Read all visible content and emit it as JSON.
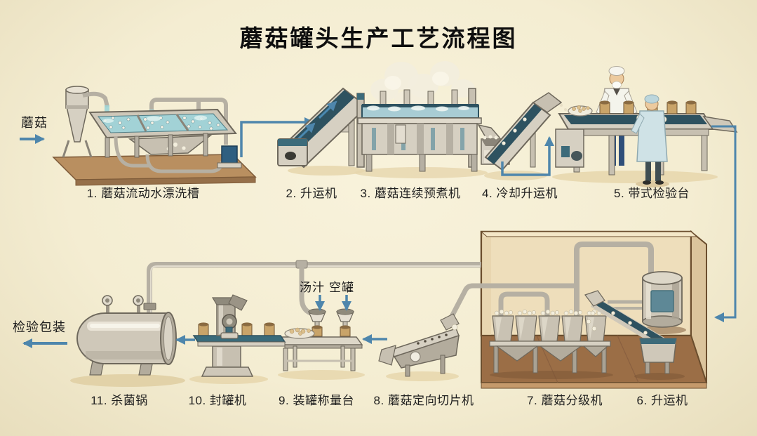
{
  "title": "蘑菇罐头生产工艺流程图",
  "flow": {
    "input_label": "蘑菇",
    "output_label": "检验包装",
    "soup_label": "汤汁",
    "empty_can_label": "空罐"
  },
  "stages": [
    {
      "id": 1,
      "label": "1. 蘑菇流动水漂洗槽"
    },
    {
      "id": 2,
      "label": "2. 升运机"
    },
    {
      "id": 3,
      "label": "3. 蘑菇连续预煮机"
    },
    {
      "id": 4,
      "label": "4. 冷却升运机"
    },
    {
      "id": 5,
      "label": "5. 带式检验台"
    },
    {
      "id": 6,
      "label": "6. 升运机"
    },
    {
      "id": 7,
      "label": "7. 蘑菇分级机"
    },
    {
      "id": 8,
      "label": "8. 蘑菇定向切片机"
    },
    {
      "id": 9,
      "label": "9. 装罐称量台"
    },
    {
      "id": 10,
      "label": "10. 封罐机"
    },
    {
      "id": 11,
      "label": "11. 杀菌锅"
    }
  ],
  "colors": {
    "background": "#f4edd2",
    "arrow_blue": "#4e86ac",
    "belt_teal": "#2e5260",
    "water_teal": "#a2d2d6",
    "machine_gray": "#d6d0c2",
    "wood_brown": "#b98f60",
    "room_wall": "#eedebb",
    "room_floor": "#9b6e46",
    "title_color": "#0e0e0e"
  }
}
